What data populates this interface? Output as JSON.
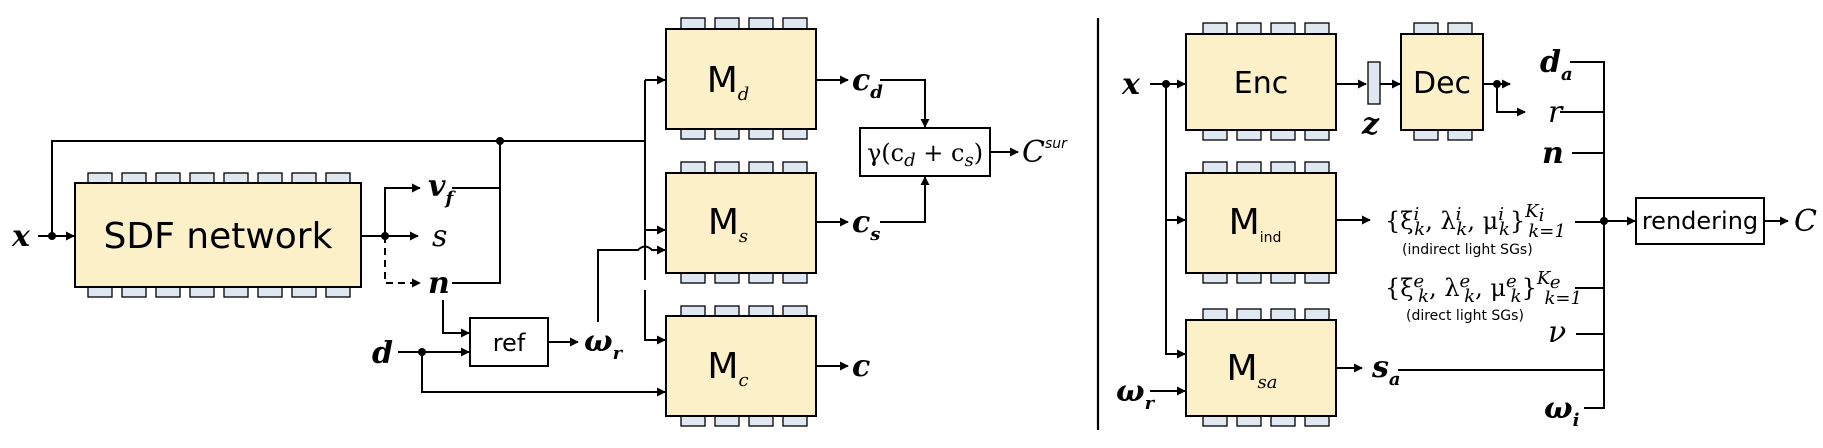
{
  "blocks": {
    "sdf": "SDF network",
    "md": "M",
    "md_sub": "d",
    "ms": "M",
    "ms_sub": "s",
    "mc": "M",
    "mc_sub": "c",
    "ref": "ref",
    "combine": "γ(c",
    "combine_sub_d": "d",
    "combine_mid": " + c",
    "combine_sub_s": "s",
    "combine_end": ")",
    "enc": "Enc",
    "dec": "Dec",
    "mind": "M",
    "mind_sub": "ind",
    "msa": "M",
    "msa_sub": "sa",
    "rendering": "rendering"
  },
  "symbols": {
    "x_left": "x",
    "v": "v",
    "v_sub": "f",
    "s": "s",
    "n_left": "n",
    "d": "d",
    "omega_r": "ω",
    "omega_r_sub": "r",
    "cd": "c",
    "cd_sub": "d",
    "cs": "c",
    "cs_sub": "s",
    "c": "c",
    "csur": "C",
    "csur_sup": "sur",
    "x_right": "x",
    "z": "z",
    "da": "d",
    "da_sub": "a",
    "r": "r",
    "n_right": "n",
    "ind_sg": "{ξ",
    "ind_sg_rest": ", λ",
    "ind_sg_mu": ", μ",
    "ind_sg_close": "}",
    "ind_sg_k": "k",
    "ind_sg_i": "i",
    "ind_sg_lim": "K",
    "ind_sg_lim_sub": "i",
    "ind_sg_low": "k=1",
    "ind_note": "(indirect light SGs)",
    "dir_sg": "{ξ",
    "dir_sg_rest": ", λ",
    "dir_sg_mu": ", μ",
    "dir_sg_close": "}",
    "dir_sg_k": "k",
    "dir_sg_e": "e",
    "dir_sg_lim": "K",
    "dir_sg_lim_sub": "e",
    "dir_sg_low": "k=1",
    "dir_note": "(direct light SGs)",
    "nu": "ν",
    "sa": "s",
    "sa_sub": "a",
    "omega_r2": "ω",
    "omega_r2_sub": "r",
    "omega_i": "ω",
    "omega_i_sub": "i",
    "C": "C"
  }
}
